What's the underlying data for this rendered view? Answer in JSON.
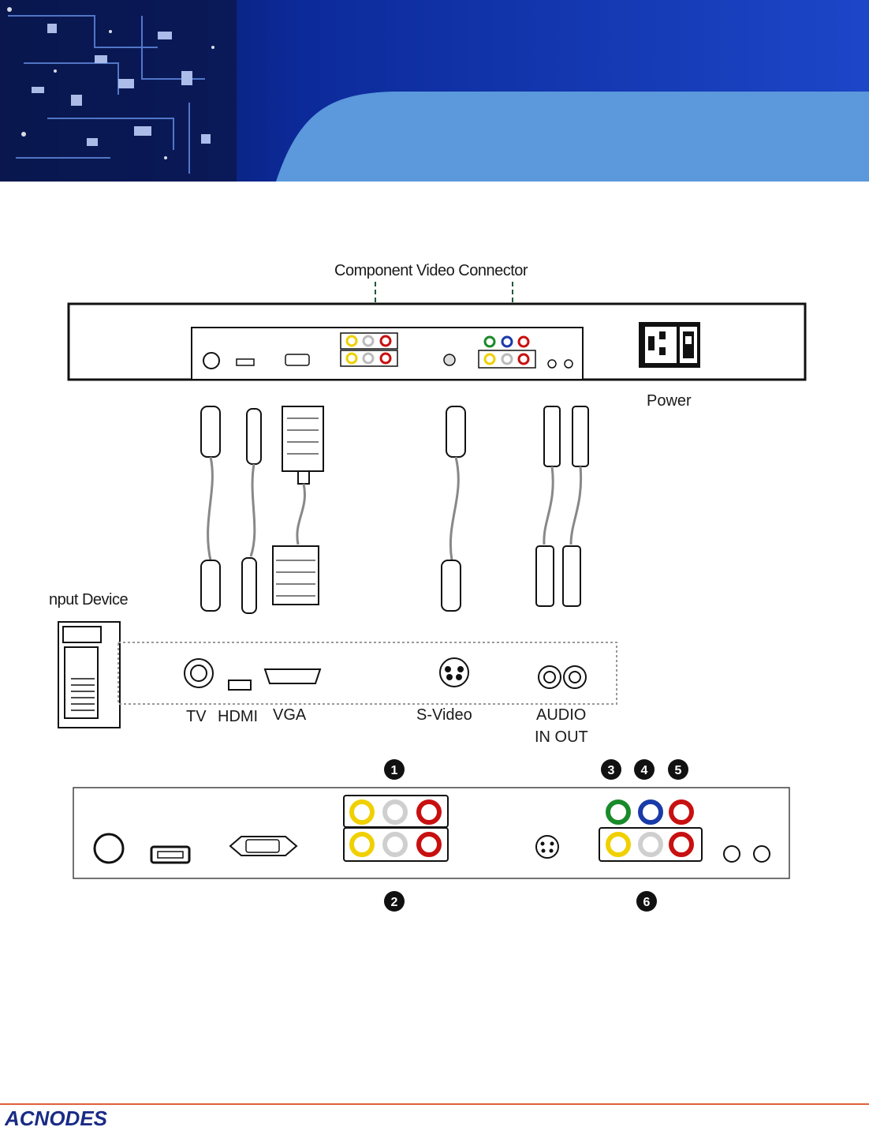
{
  "diagram": {
    "top_label": "Component Video Connector",
    "power_label": "Power",
    "input_device_label": "nput Device",
    "ports": {
      "tv": "TV",
      "hdmi": "HDMI",
      "vga": "VGA",
      "svideo": "S-Video",
      "audio_line1": "AUDIO",
      "audio_line2": "IN OUT"
    },
    "callouts": [
      "1",
      "2",
      "3",
      "4",
      "5",
      "6"
    ]
  },
  "colors": {
    "banner_dark": "#0b1f66",
    "banner_light": "#5b98dc",
    "rca_yellow": "#f0d000",
    "rca_white": "#d8d8d8",
    "rca_red": "#c81010",
    "rca_green": "#1a8a2a",
    "rca_blue": "#1a3aa8",
    "footer_line": "#e0603a",
    "logo": "#1a2b86"
  },
  "footer": {
    "logo_text": "ACNODES"
  }
}
